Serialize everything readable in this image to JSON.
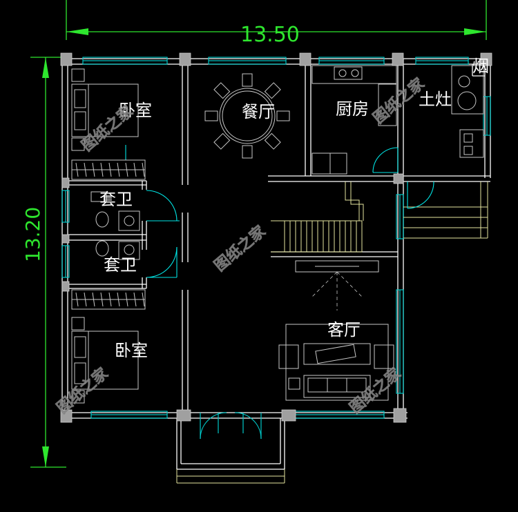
{
  "dimensions": {
    "width_label": "13.50",
    "height_label": "13.20"
  },
  "rooms": {
    "bedroom_top": "卧室",
    "dining": "餐厅",
    "kitchen": "厨房",
    "stove": "土灶",
    "chimney": "烟",
    "bath_upper": "套卫",
    "bath_lower": "套卫",
    "bedroom_bottom": "卧室",
    "living": "客厅"
  },
  "watermark": {
    "text": "图纸之家"
  },
  "colors": {
    "wall": "#ffffff",
    "window": "#00c8c8",
    "column": "#a0a0a0",
    "dimension": "#2ee62e",
    "stairs": "#e6e6a0",
    "door": "#00e6e6",
    "fixture": "#c8c8c8"
  }
}
